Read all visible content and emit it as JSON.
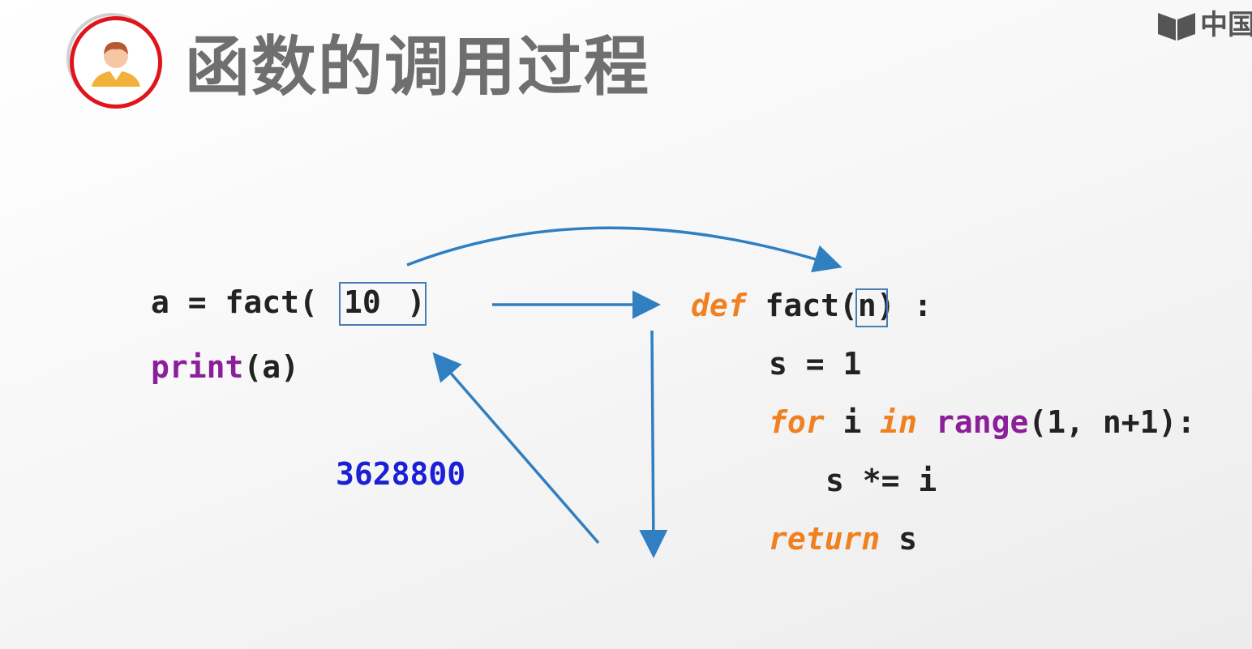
{
  "slide": {
    "title": "函数的调用过程",
    "brand": "中国"
  },
  "caller": {
    "line1": "a = fact(",
    "arg": "10",
    "close": ")",
    "line2_fn": "print",
    "line2_rest": "(a)"
  },
  "definition": {
    "def_kw": "def",
    "signature_pre": " fact(",
    "param": "n",
    "signature_post": ") :",
    "line2": "s = 1",
    "for_kw": "for",
    "for_var": " i ",
    "in_kw": "in",
    "space": " ",
    "range_fn": "range",
    "range_args": "(1, n+1):",
    "loop_body": "s *= i",
    "return_kw": "return",
    "return_val": " s"
  },
  "result": "3628800",
  "colors": {
    "arrow": "#2f7fc1",
    "keyword_orange": "#f08020",
    "builtin_purple": "#8b1f9a",
    "result_blue": "#1a20d6",
    "ring_red": "#e0141b"
  },
  "icons": {
    "avatar": "person-avatar-icon",
    "brand": "book-logo-icon"
  }
}
